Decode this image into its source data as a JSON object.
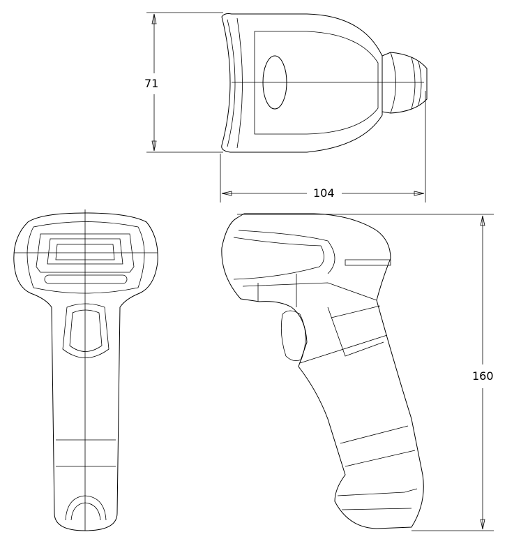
{
  "dimensions": {
    "height_top_view": "71",
    "length_top_view": "104",
    "height_side_view": "160"
  },
  "colors": {
    "line": "#000000",
    "background": "#ffffff"
  }
}
